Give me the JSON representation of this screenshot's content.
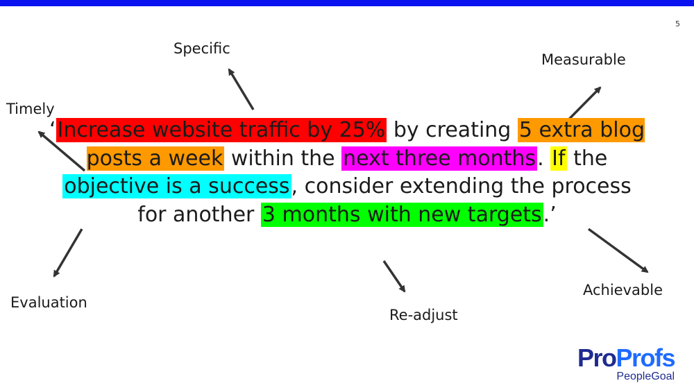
{
  "page_number": "5",
  "labels": {
    "specific": "Specific",
    "measurable": "Measurable",
    "timely": "Timely",
    "evaluation": "Evaluation",
    "readjust": "Re-adjust",
    "achievable": "Achievable"
  },
  "quote": {
    "open": "‘",
    "s1": "Increase website traffic by 25%",
    "t1": " by creating ",
    "s2": "5 extra blog posts a week",
    "t2": " within the ",
    "s3": "next three months",
    "t3": ". ",
    "s4": "If",
    "t4": " the ",
    "s5": "objective is a success",
    "t5": ", consider extending the process for another ",
    "s6": "3 months with new targets",
    "close": ".’"
  },
  "logo": {
    "pro": "Pro",
    "profs": "Profs",
    "sub": "PeopleGoal"
  },
  "colors": {
    "top_bar": "#0a12f0",
    "red": "#ff0000",
    "orange": "#ff9900",
    "magenta": "#ff00ff",
    "yellow": "#ffff00",
    "cyan": "#00ffff",
    "green": "#00ff00"
  }
}
